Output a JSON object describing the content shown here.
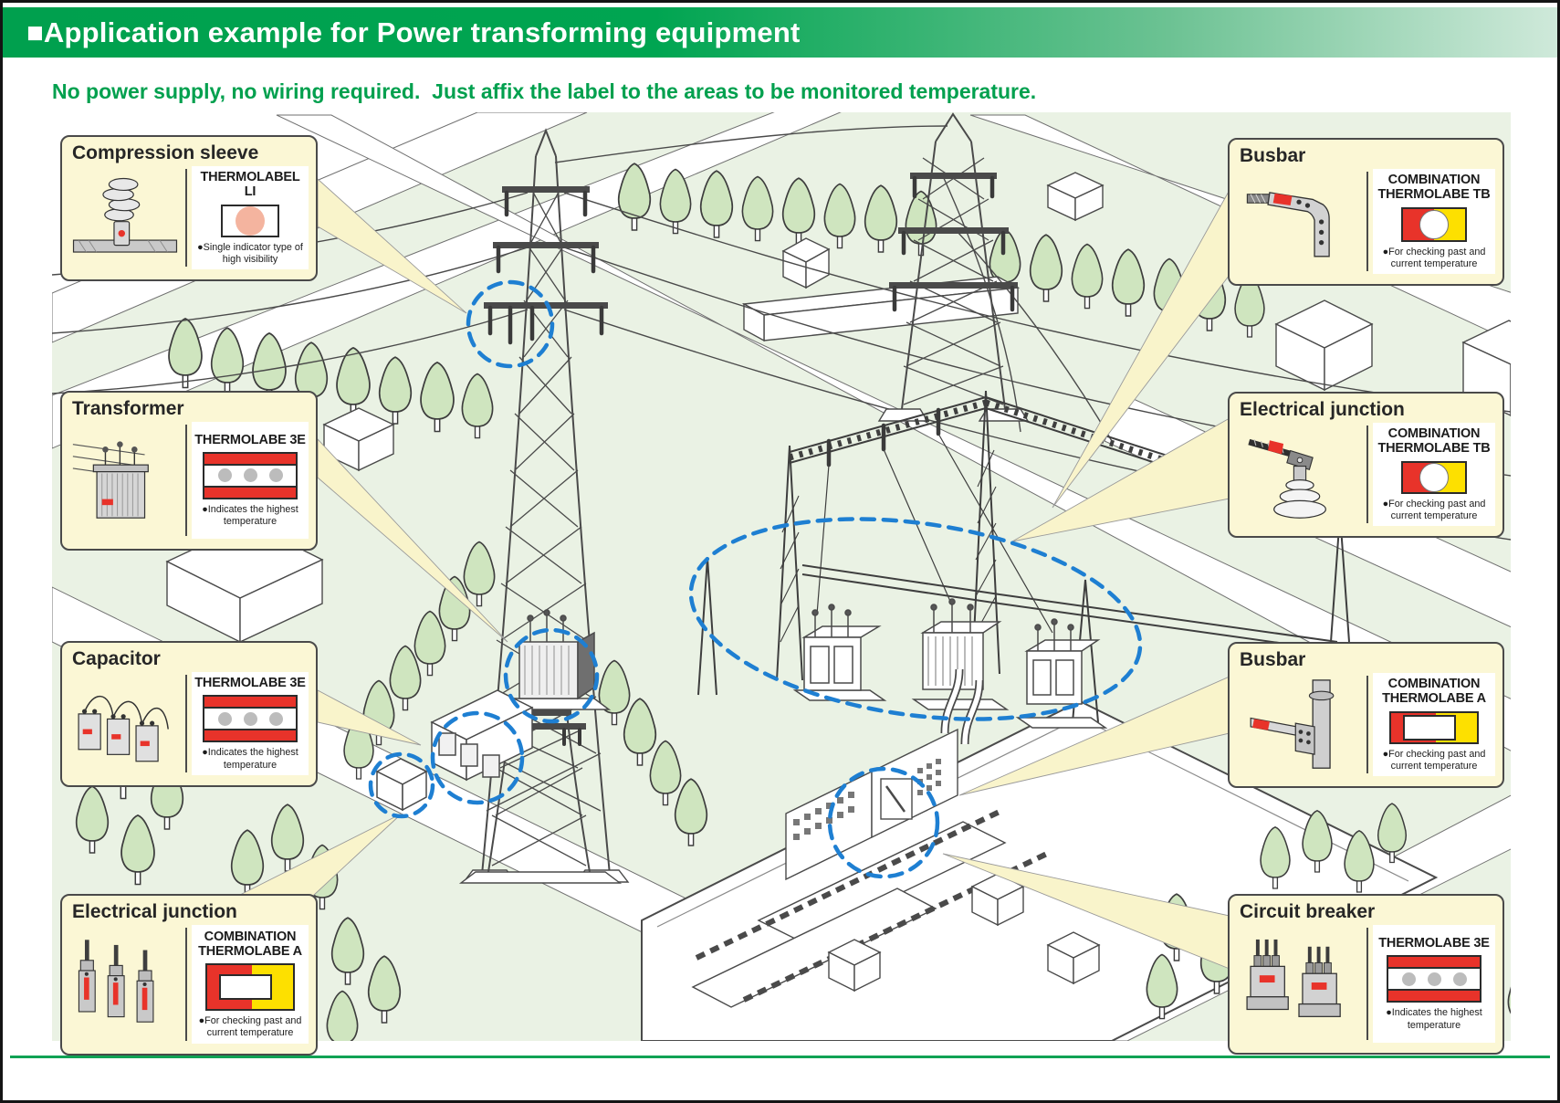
{
  "header": {
    "title": "■Application example for Power transforming equipment",
    "subtitle": "No power supply, no wiring required.  Just affix the label to the areas to be monitored temperature."
  },
  "colors": {
    "header_green": "#00a04e",
    "subtitle_green": "#00a04e",
    "callout_bg": "#fbf7d5",
    "label_red": "#e8332a",
    "label_yellow": "#fde000",
    "indicator_pink": "#f4b49f",
    "indicator_gray": "#bcbcbc",
    "monitor_circle_blue": "#1e7fd2",
    "ground_green": "#eaf2e4",
    "tree_green": "#cfe5bf"
  },
  "callouts": [
    {
      "title": "Compression sleeve",
      "product": "THERMOLABEL LI",
      "label_type": "single-indicator",
      "description": "●Single indicator type of high visibility"
    },
    {
      "title": "Transformer",
      "product": "THERMOLABE 3E",
      "label_type": "3-element",
      "description": "●Indicates the highest temperature"
    },
    {
      "title": "Capacitor",
      "product": "THERMOLABE 3E",
      "label_type": "3-element",
      "description": "●Indicates the highest temperature"
    },
    {
      "title": "Electrical junction",
      "product": "COMBINATION THERMOLABE A",
      "label_type": "combination-a",
      "description": "●For checking past and current temperature"
    },
    {
      "title": "Busbar",
      "product": "COMBINATION THERMOLABE TB",
      "label_type": "combination-tb",
      "description": "●For checking past and current temperature"
    },
    {
      "title": "Electrical junction",
      "product": "COMBINATION THERMOLABE TB",
      "label_type": "combination-tb",
      "description": "●For checking past and current temperature"
    },
    {
      "title": "Busbar",
      "product": "COMBINATION THERMOLABE A",
      "label_type": "combination-a",
      "description": "●For checking past and current temperature"
    },
    {
      "title": "Circuit breaker",
      "product": "THERMOLABE 3E",
      "label_type": "3-element",
      "description": "●Indicates the highest temperature"
    }
  ]
}
